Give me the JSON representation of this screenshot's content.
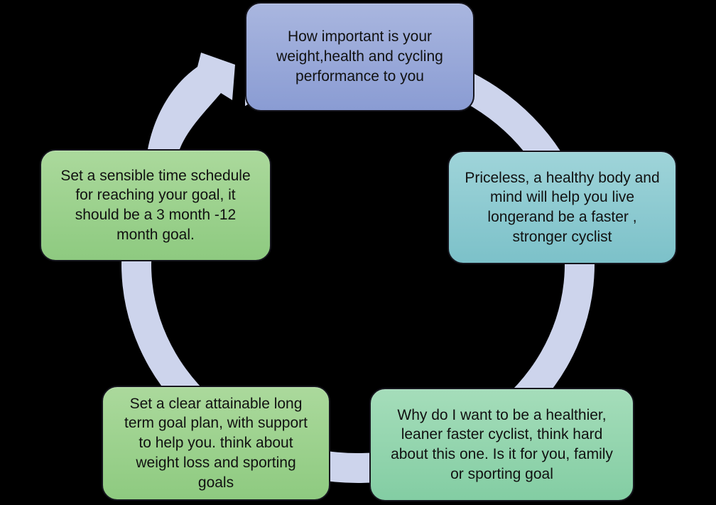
{
  "diagram": {
    "type": "cycle",
    "flow_direction": "clockwise",
    "background": "#000000",
    "ring_color": "#cdd4ec",
    "node_border_color": "#15151d",
    "text_color": "#111111",
    "nodes": [
      {
        "id": "importance",
        "position": "top",
        "text": "How important is your weight,health and cycling performance to you",
        "fill_top": "#a9b6df",
        "fill_bottom": "#8a9cd3"
      },
      {
        "id": "priceless",
        "position": "right",
        "text": "Priceless, a healthy body and mind will help you live longerand be a faster , stronger cyclist",
        "fill_top": "#9fd4d9",
        "fill_bottom": "#7cc1c9"
      },
      {
        "id": "why",
        "position": "bottom-right",
        "text": "Why do I want to be a healthier, leaner faster cyclist, think hard about this one. Is it for you, family or sporting goal",
        "fill_top": "#a5ddba",
        "fill_bottom": "#83cda3"
      },
      {
        "id": "goal-plan",
        "position": "bottom-left",
        "text": "Set a clear attainable long term goal plan, with support to help you. think about weight loss and sporting goals",
        "fill_top": "#abd99c",
        "fill_bottom": "#8eca80"
      },
      {
        "id": "schedule",
        "position": "left",
        "text": "Set a sensible time schedule for reaching your goal, it should be a 3 month -12 month goal.",
        "fill_top": "#abd99c",
        "fill_bottom": "#8eca80"
      }
    ]
  }
}
